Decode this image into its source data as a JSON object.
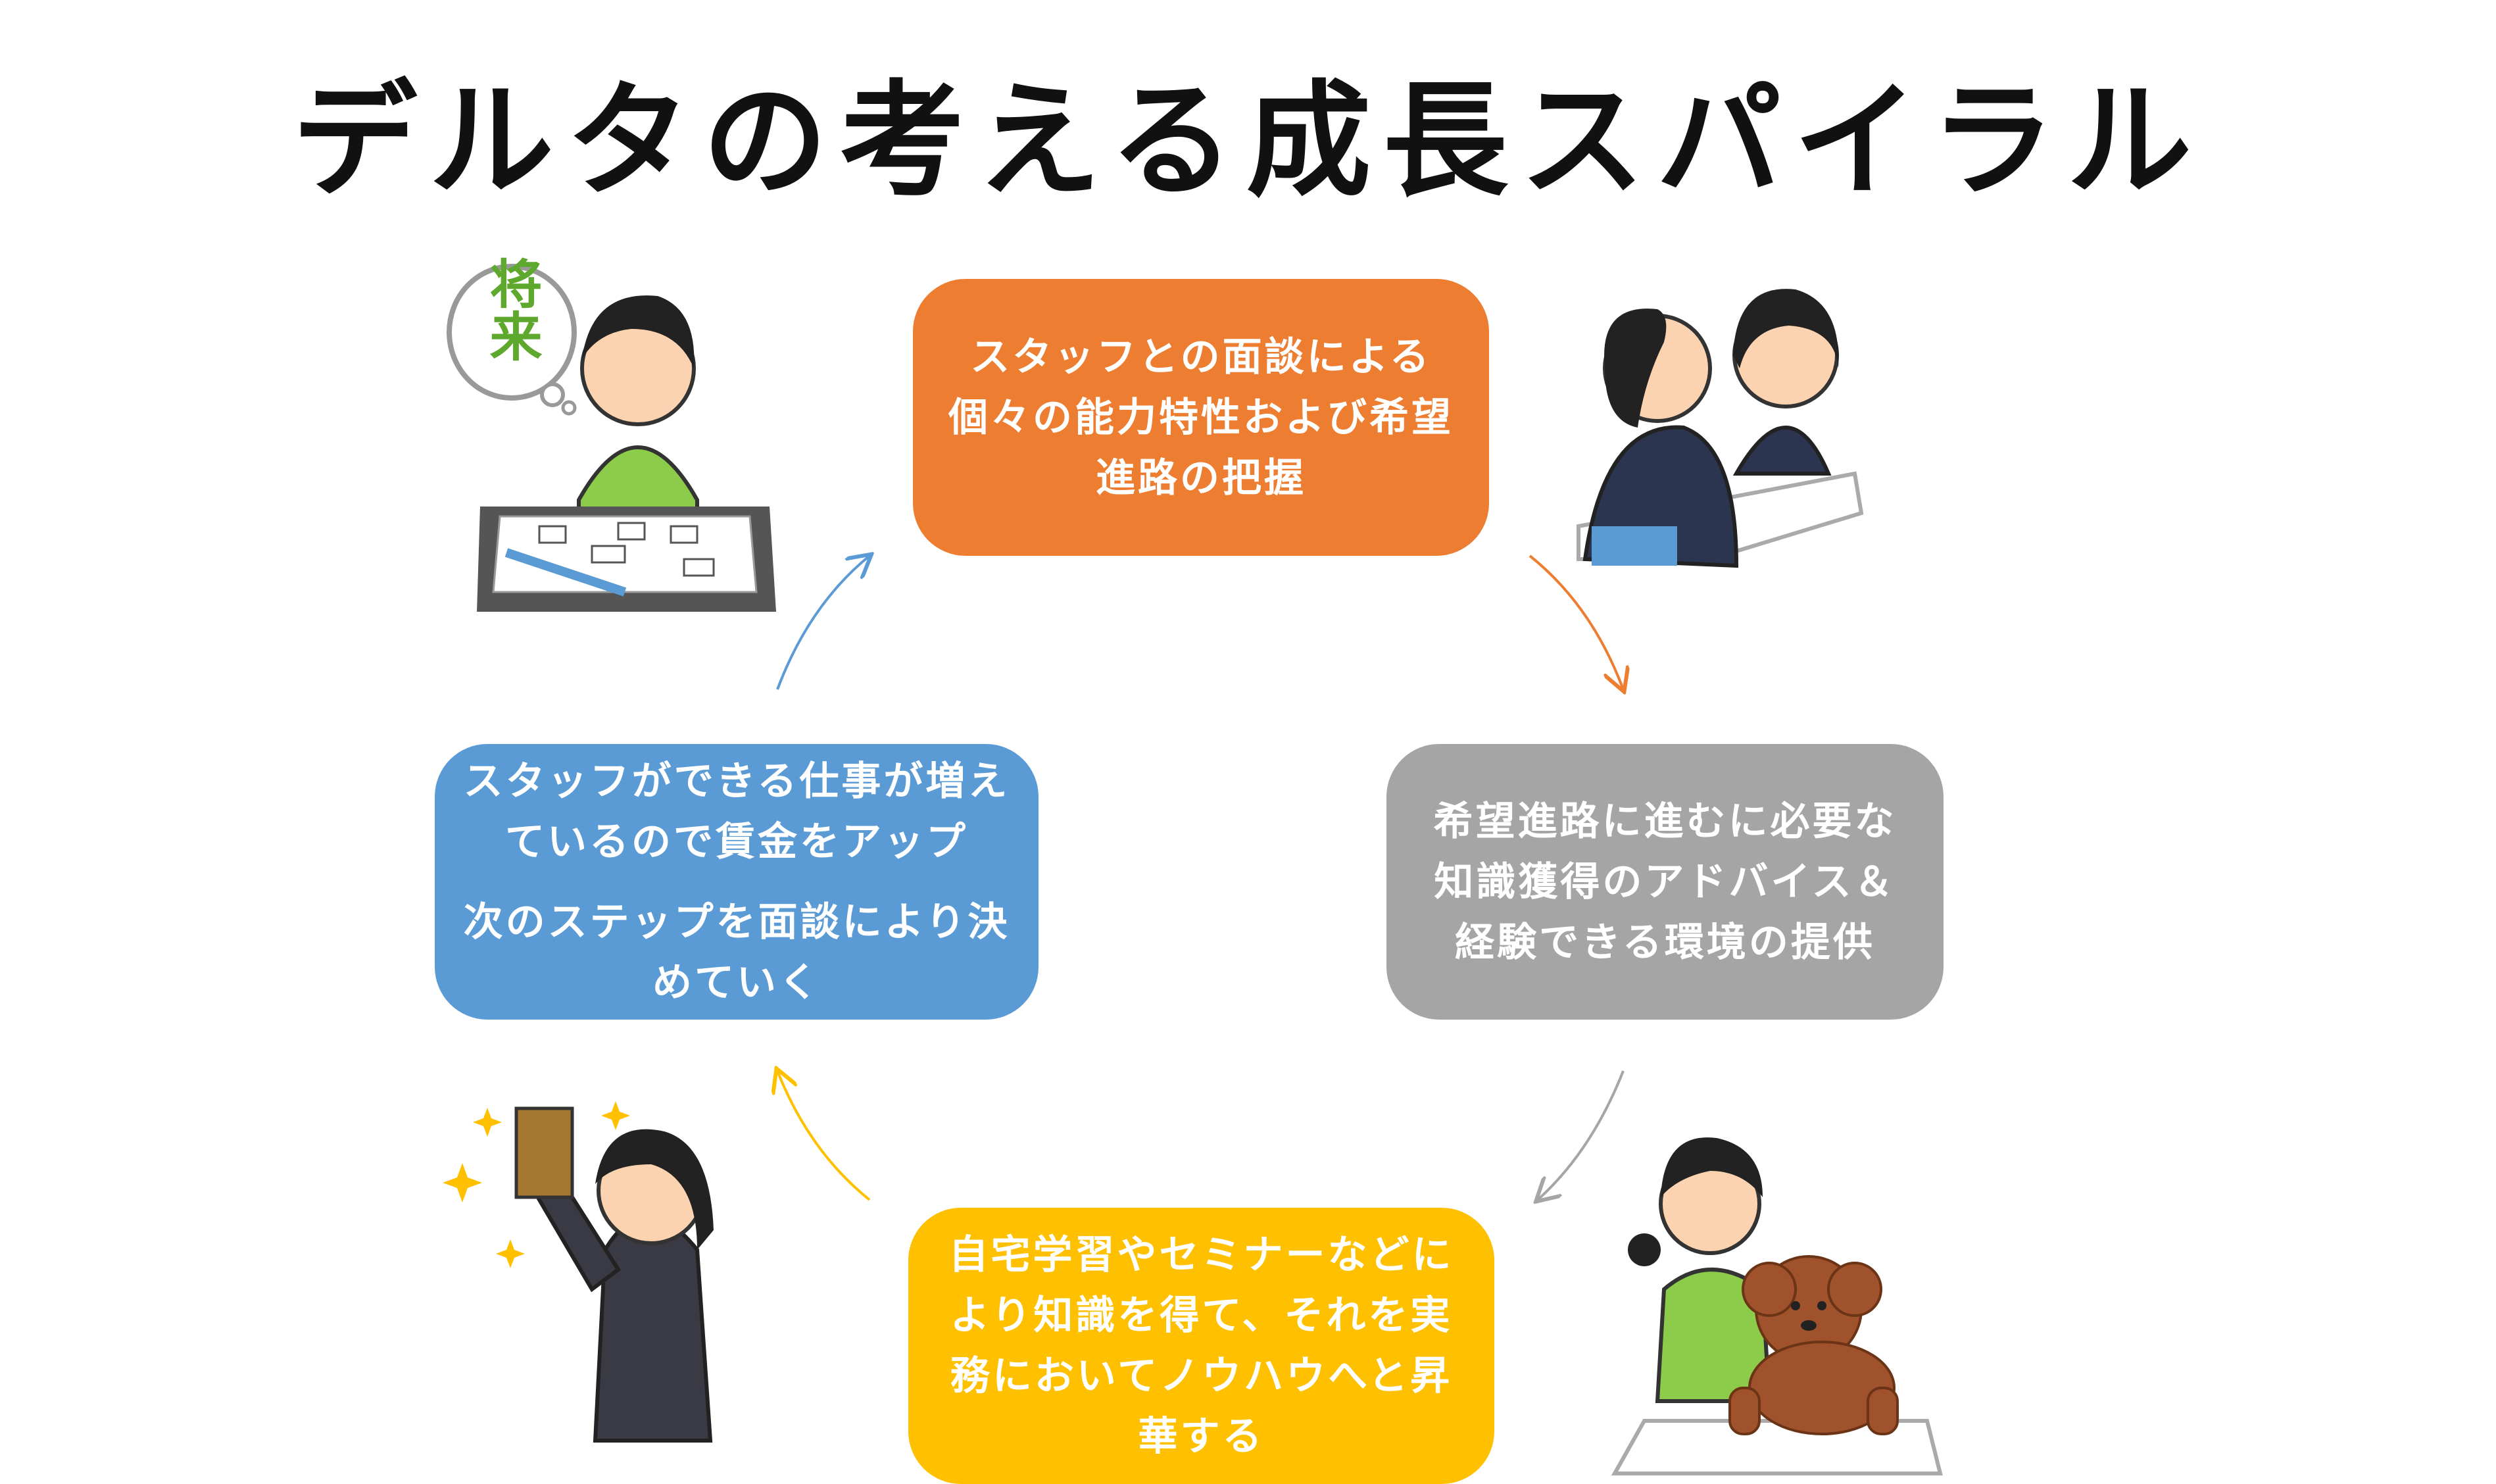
{
  "title": "デルタの考える成長スパイラル",
  "steps": [
    {
      "color": "#ed7d31",
      "lines": [
        "スタッフとの面談による",
        "個々の能力特性および希望",
        "進路の把握"
      ]
    },
    {
      "color": "#a5a5a5",
      "lines": [
        "希望進路に進むに必要な",
        "知識獲得のアドバイス＆",
        "経験できる環境の提供"
      ]
    },
    {
      "color": "#ffc000",
      "lines": [
        "自宅学習やセミナーなどに",
        "より知識を得て、それを実",
        "務においてノウハウへと昇",
        "華する"
      ]
    },
    {
      "color": "#5b9bd5",
      "lines": [
        "スタッフができる仕事が増え",
        "ているので賃金をアップ",
        "次のステップを面談により決",
        "めていく"
      ]
    }
  ],
  "illustrations": {
    "thought_bubble_text": "将来"
  },
  "arrow_colors": [
    "#ed7d31",
    "#a5a5a5",
    "#ffc000",
    "#5b9bd5"
  ]
}
